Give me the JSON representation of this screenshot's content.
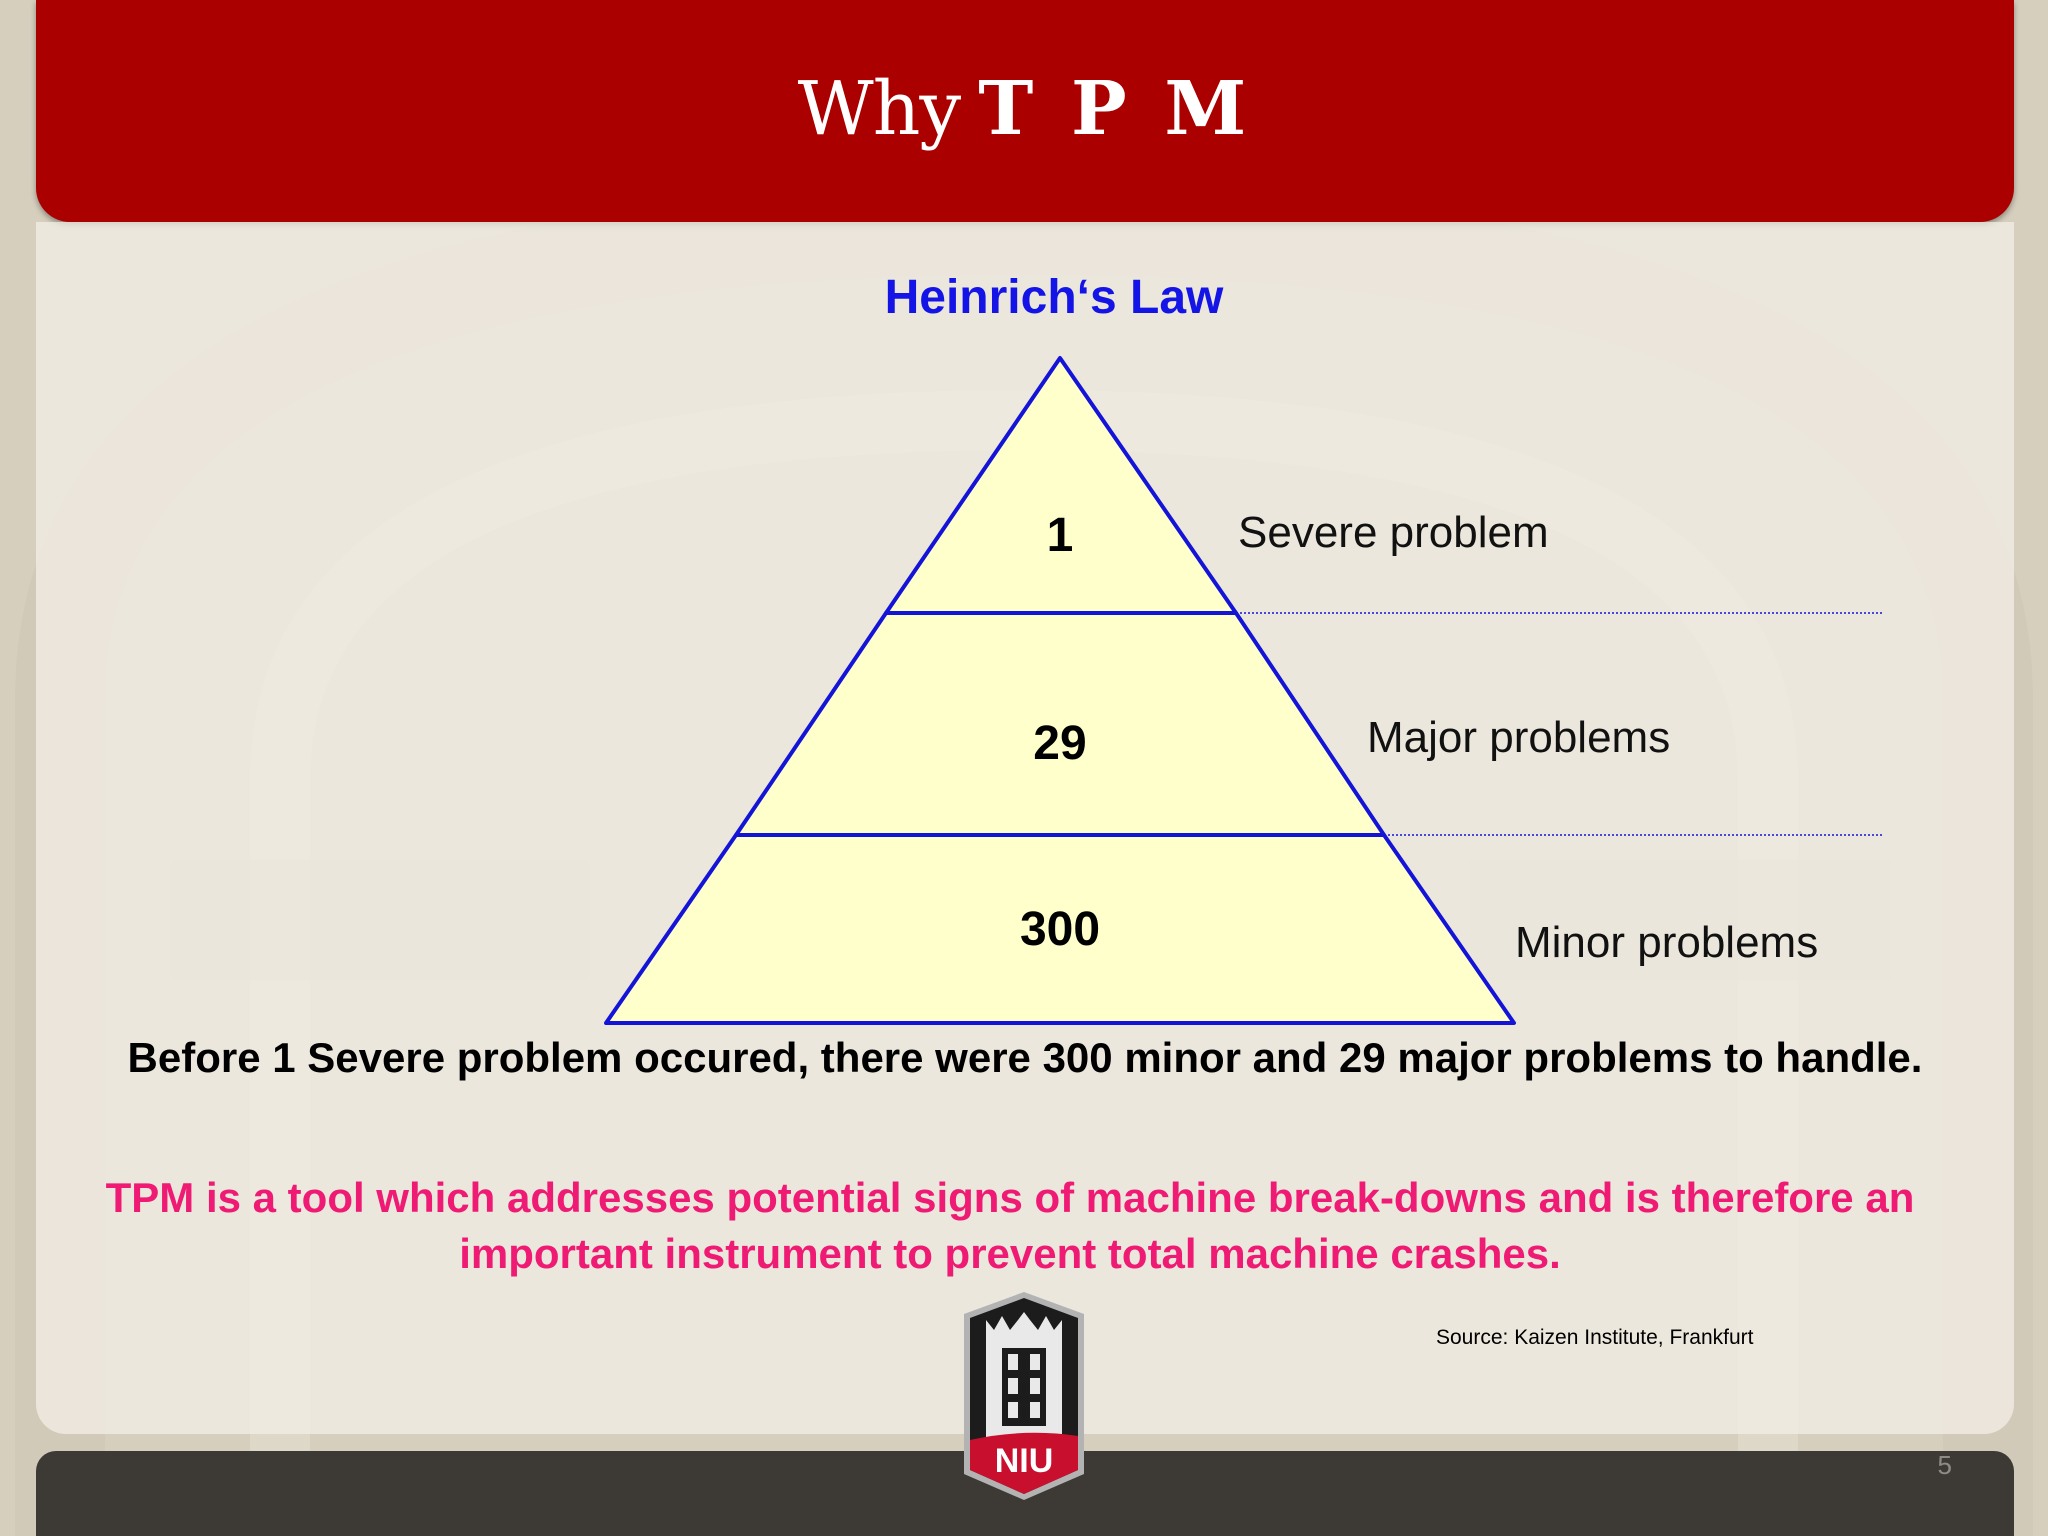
{
  "slide": {
    "title_light": "Why",
    "title_bold": "T P M",
    "page_number": "5"
  },
  "diagram": {
    "title": "Heinrich‘s Law",
    "tiers": [
      {
        "value": "1",
        "label": "Severe problem"
      },
      {
        "value": "29",
        "label": "Major problems"
      },
      {
        "value": "300",
        "label": "Minor problems"
      }
    ],
    "colors": {
      "fill": "#ffffcc",
      "stroke": "#1414d8",
      "title": "#1414e6"
    }
  },
  "text": {
    "statement": "Before 1 Severe problem occured, there were 300 minor and 29 major problems to handle.",
    "highlight": "TPM is a tool which addresses potential signs of machine break-downs and is therefore an important instrument to prevent total machine crashes.",
    "source": "Source: Kaizen Institute, Frankfurt"
  },
  "logo": {
    "text": "NIU",
    "color": "#c8102e"
  },
  "colors": {
    "header": "#aa0000",
    "highlight": "#ee1a73",
    "footer": "#3d3a35"
  }
}
